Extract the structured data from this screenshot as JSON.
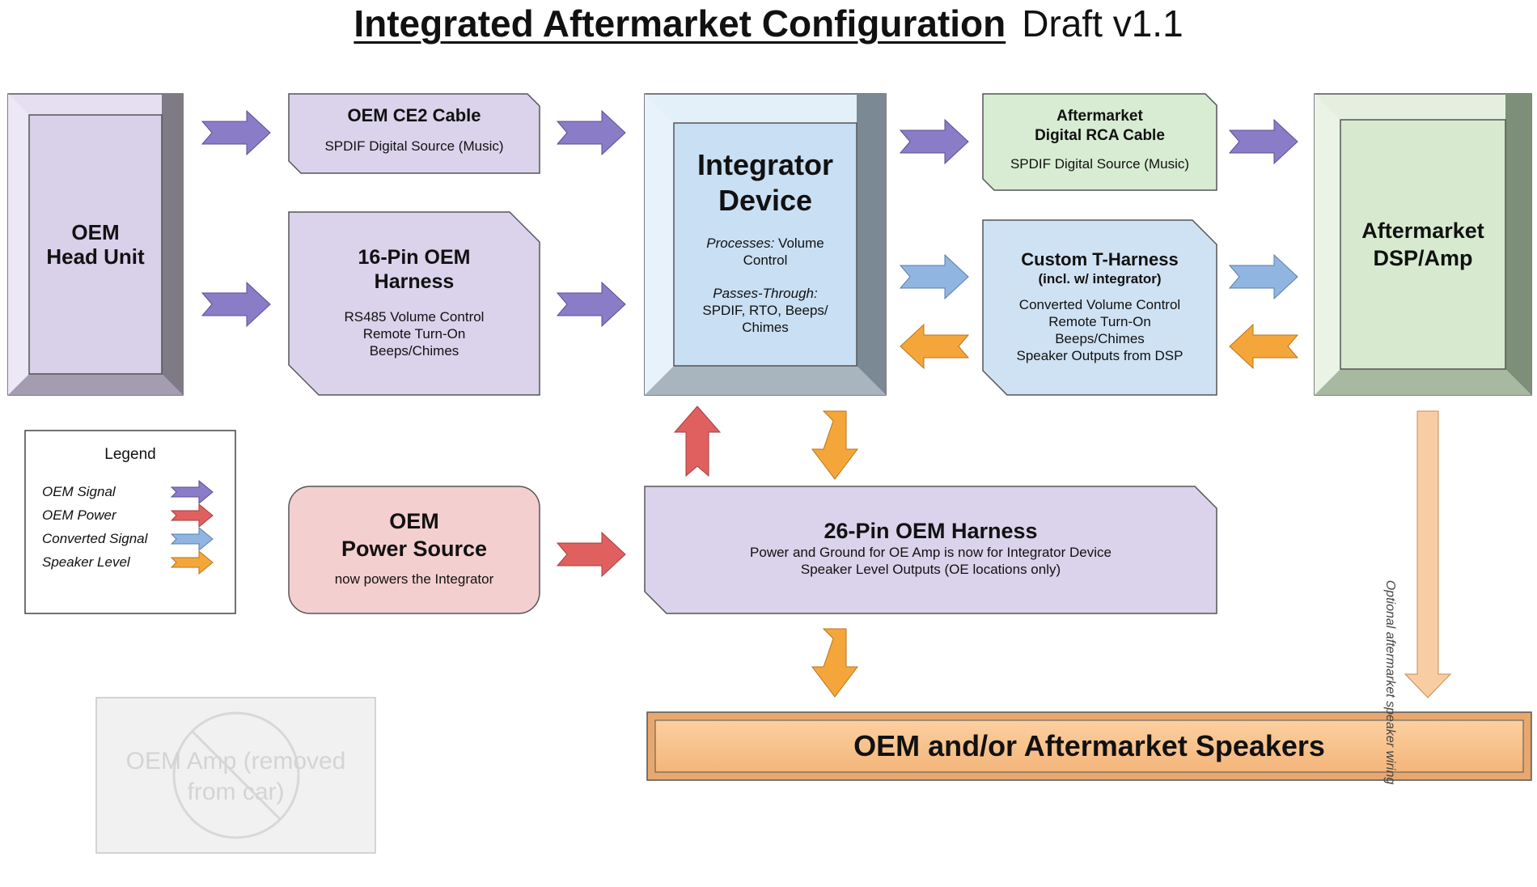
{
  "title": {
    "main": "Integrated Aftermarket Configuration",
    "draft": "Draft v1.1"
  },
  "colors": {
    "oem_signal": "#8B7CC8",
    "oem_power": "#E06060",
    "converted_signal": "#8FB5E0",
    "speaker_level": "#F5A63A"
  },
  "nodes": {
    "head_unit": {
      "title": "OEM\nHead Unit"
    },
    "ce2": {
      "title": "OEM CE2 Cable",
      "desc": "SPDIF Digital Source (Music)"
    },
    "harness16": {
      "title": "16-Pin OEM\nHarness",
      "desc": "RS485 Volume Control\nRemote Turn-On\nBeeps/Chimes"
    },
    "integrator": {
      "title": "Integrator\nDevice",
      "processes_label": "Processes:",
      "processes_value": " Volume\nControl",
      "passes_label": "Passes-Through:",
      "passes_value": "\nSPDIF, RTO, Beeps/\nChimes"
    },
    "rca": {
      "title": "Aftermarket\nDigital RCA Cable",
      "desc": "SPDIF Digital Source (Music)"
    },
    "tharness": {
      "title": "Custom T-Harness",
      "subtitle": "(incl. w/ integrator)",
      "desc": "Converted Volume Control\nRemote Turn-On\nBeeps/Chimes\nSpeaker Outputs from DSP"
    },
    "dsp": {
      "title": "Aftermarket\nDSP/Amp"
    },
    "power": {
      "title": "OEM\nPower Source",
      "desc": "now powers the Integrator"
    },
    "harness26": {
      "title": "26-Pin OEM Harness",
      "desc": "Power and Ground for OE Amp is now for Integrator Device\nSpeaker Level Outputs (OE locations only)"
    },
    "speakers": {
      "title": "OEM and/or Aftermarket Speakers"
    },
    "oem_amp": {
      "text": "OEM Amp (removed\nfrom car)"
    }
  },
  "legend": {
    "title": "Legend",
    "items": [
      "OEM Signal",
      "OEM Power",
      "Converted Signal",
      "Speaker Level"
    ]
  },
  "optional_wiring": "Optional aftermarket speaker wiring"
}
